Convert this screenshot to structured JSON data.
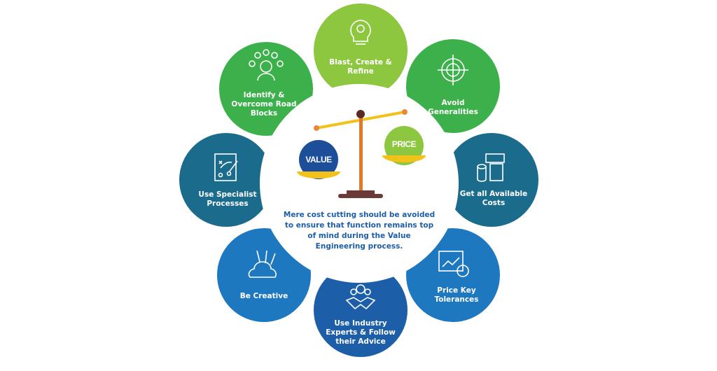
{
  "center": {
    "message": "Mere cost cutting should be avoided to ensure that function remains top of mind during the Value Engineering process.",
    "value_label": "VALUE",
    "price_label": "PRICE"
  },
  "petals": [
    {
      "label": "Blast, Create & Refine",
      "icon": "lightbulb-gear-icon",
      "color": "#8dc63f"
    },
    {
      "label": "Avoid Generalities",
      "icon": "target-icon",
      "color": "#3cb04a"
    },
    {
      "label": "Get all Available Costs",
      "icon": "calculator-money-icon",
      "color": "#1a6b8c"
    },
    {
      "label": "Price Key Tolerances",
      "icon": "chart-clock-icon",
      "color": "#1e78c0"
    },
    {
      "label": "Use Industry Experts & Follow their Advice",
      "icon": "handshake-team-icon",
      "color": "#1d5ea8"
    },
    {
      "label": "Be Creative",
      "icon": "art-tools-icon",
      "color": "#1e78c0"
    },
    {
      "label": "Use Specialist Processes",
      "icon": "strategy-board-icon",
      "color": "#1a6b8c"
    },
    {
      "label": "Identify & Overcome Road Blocks",
      "icon": "person-ideas-icon",
      "color": "#3cb04a"
    }
  ]
}
